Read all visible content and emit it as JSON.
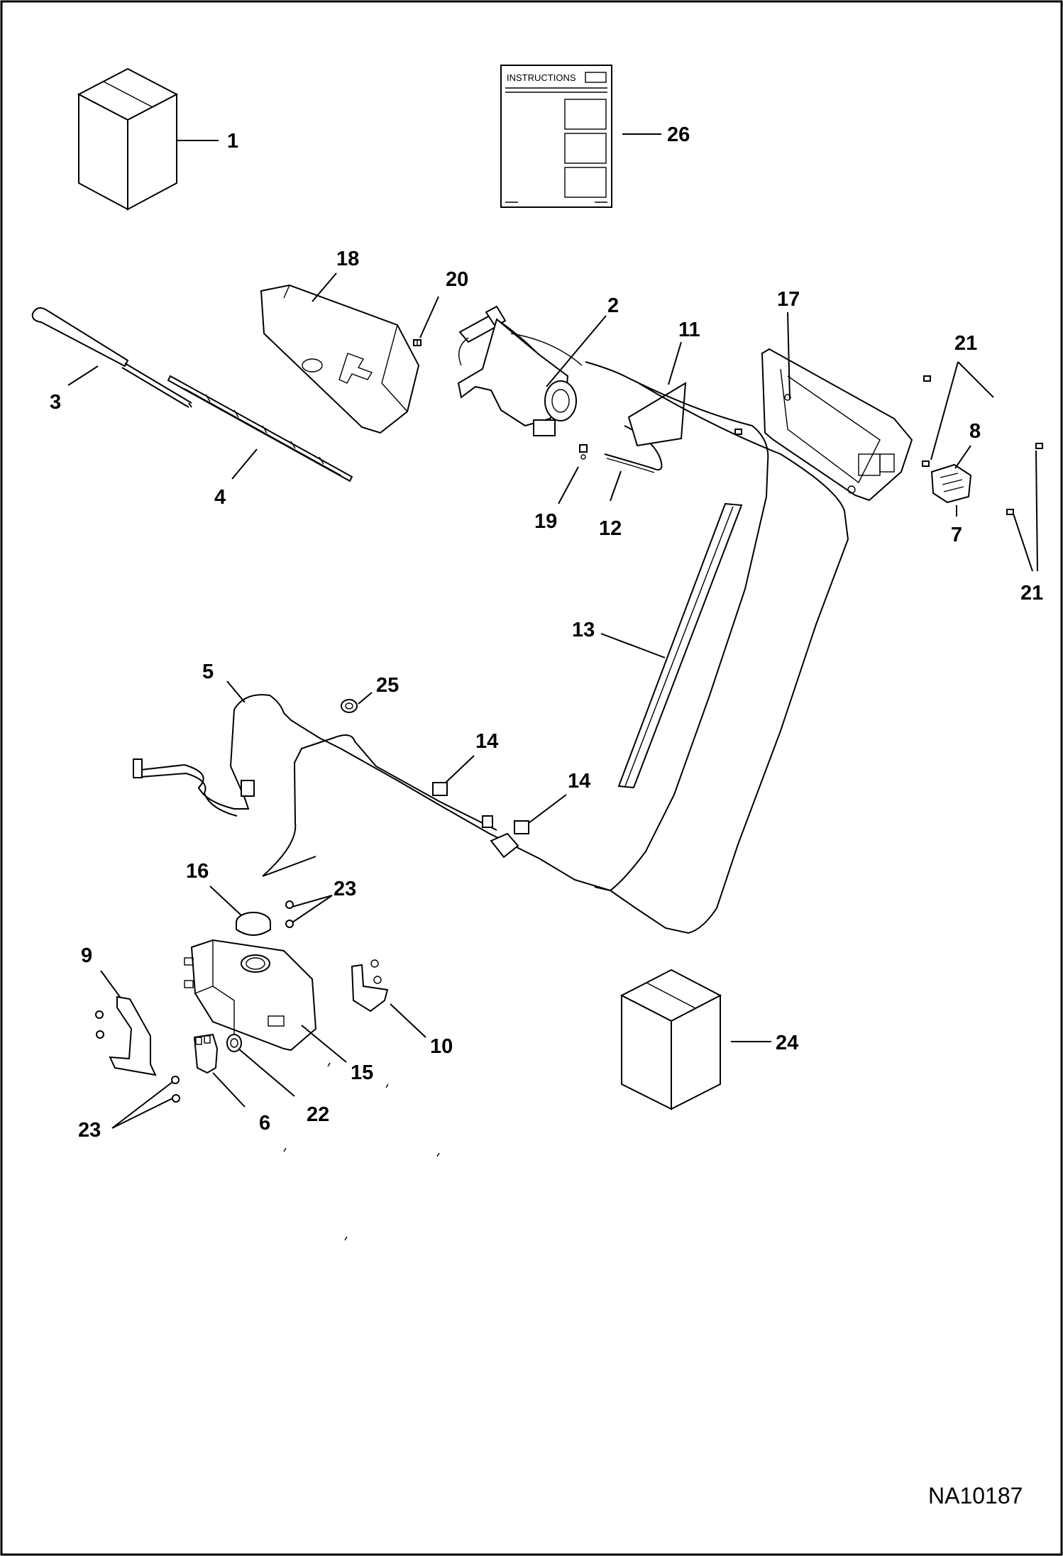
{
  "callouts": {
    "c1": "1",
    "c2": "2",
    "c3": "3",
    "c4": "4",
    "c5": "5",
    "c6": "6",
    "c7": "7",
    "c8": "8",
    "c9": "9",
    "c10": "10",
    "c11": "11",
    "c12": "12",
    "c13": "13",
    "c14a": "14",
    "c14b": "14",
    "c15": "15",
    "c16": "16",
    "c17": "17",
    "c18": "18",
    "c19": "19",
    "c20": "20",
    "c21a": "21",
    "c21b": "21",
    "c22": "22",
    "c23a": "23",
    "c23b": "23",
    "c24": "24",
    "c25": "25",
    "c26": "26"
  },
  "instructions_sheet": {
    "title": "INSTRUCTIONS"
  },
  "figure_code": "NA10187"
}
